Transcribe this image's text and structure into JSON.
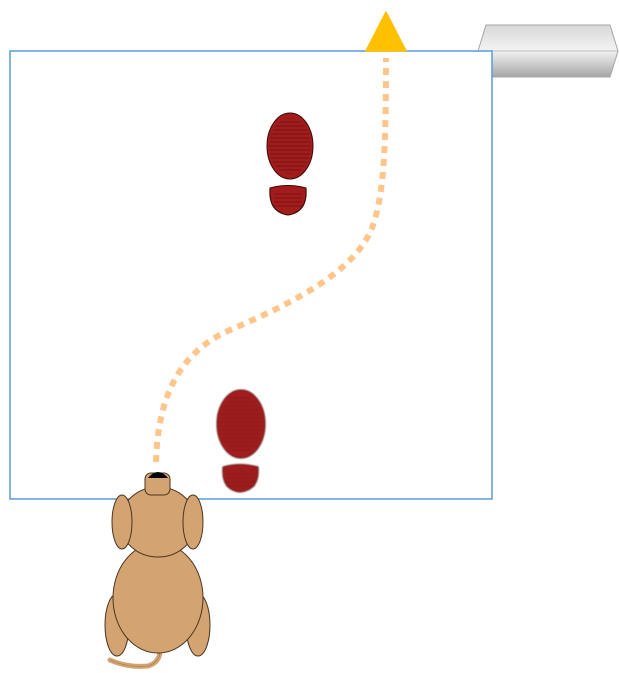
{
  "diagram": {
    "elements": [
      {
        "id": "arena",
        "kind": "square-arena"
      },
      {
        "id": "goal-marker",
        "kind": "triangle",
        "color": "#FFC000"
      },
      {
        "id": "exit-tunnel",
        "kind": "hexagonal-tube",
        "color": "#BFBFBF"
      },
      {
        "id": "scent-trail",
        "kind": "dotted-path",
        "color": "#FFC58A"
      },
      {
        "id": "footprint-near",
        "kind": "shoe-print",
        "color": "#A21C1C"
      },
      {
        "id": "footprint-far",
        "kind": "shoe-print",
        "color": "#A21C1C"
      },
      {
        "id": "dog",
        "kind": "dog-top-view",
        "color": "#D4A372"
      }
    ],
    "colors": {
      "arena_border": "#5B9BD5",
      "trail": "#FFC58A",
      "triangle_fill": "#FFC000",
      "footprint": "#A21C1C",
      "dog": "#D4A372",
      "tube": "#BFBFBF"
    }
  }
}
